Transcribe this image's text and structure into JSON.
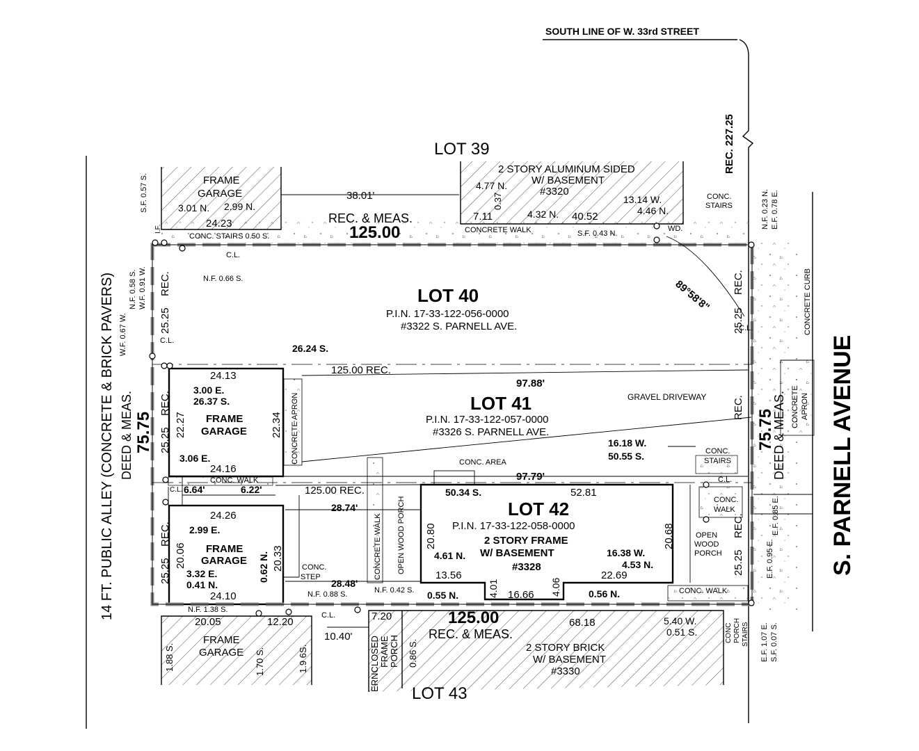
{
  "street_north": "SOUTH LINE OF W. 33rd STREET",
  "street_east": "S. PARNELL AVENUE",
  "alley": "14 FT. PUBLIC ALLEY (CONCRETE & BRICK PAVERS)",
  "rec_227": "REC. 227.25",
  "lots": {
    "lot39": "LOT 39",
    "lot40": {
      "name": "LOT 40",
      "pin": "P.I.N. 17-33-122-056-0000",
      "address": "#3322 S. PARNELL AVE."
    },
    "lot41": {
      "name": "LOT 41",
      "pin": "P.I.N. 17-33-122-057-0000",
      "address": "#3326 S. PARNELL AVE."
    },
    "lot42": {
      "name": "LOT 42",
      "pin": "P.I.N. 17-33-122-058-0000",
      "line1": "2 STORY FRAME",
      "line2": "W/ BASEMENT",
      "address": "#3328"
    },
    "lot43": "LOT 43"
  },
  "buildings": {
    "garage39": [
      "FRAME",
      "GARAGE"
    ],
    "house39": [
      "2 STORY ALUMINUM SIDED",
      "W/ BASEMENT",
      "#3320"
    ],
    "garage41": [
      "FRAME",
      "GARAGE"
    ],
    "garage42": [
      "FRAME",
      "GARAGE"
    ],
    "garage43": [
      "FRAME",
      "GARAGE"
    ],
    "house43": [
      "2 STORY BRICK",
      "W/ BASEMENT",
      "#3330"
    ],
    "porch43": [
      "ERNCLOSED",
      "FRAME",
      "PORCH"
    ]
  },
  "labels": {
    "rec_meas": "REC. & MEAS.",
    "deed_meas": "DEED & MEAS.",
    "rec": "REC.",
    "len_top": "125.00",
    "len_bottom": "125.00",
    "width_left": "75.75",
    "width_right": "75.75",
    "rec_125": "125.00 REC.",
    "angle": "89°58'8\"",
    "gravel": "GRAVEL DRIVEWAY",
    "concrete_walk": "CONCRETE WALK",
    "conc_walk": "CONC. WALK",
    "concrete_apron": "CONCRETE APRON",
    "concrete_curb": "CONCRETE CURB",
    "concrete_apron_2": "CONCRETE",
    "apron": "APRON",
    "conc_stairs": "CONC. STAIRS 0.50 S.",
    "conc_stairs_2a": "CONC.",
    "conc_stairs_2b": "STAIRS",
    "conc_area": "CONC. AREA",
    "conc_step_a": "CONC.",
    "conc_step_b": "STEP",
    "open_wood_porch": "OPEN WOOD PORCH",
    "owp_a": "OPEN",
    "owp_b": "WOOD",
    "owp_c": "PORCH",
    "conc_walk_a": "CONC.",
    "conc_walk_b": "WALK",
    "cl": "C.L.",
    "wd": "WD.",
    "if": "I.F.",
    "conc_porch_stairs": [
      "CONC",
      "PORCH",
      "STAIRS"
    ]
  },
  "dims": {
    "d3801": "38.01'",
    "d9788": "97.88'",
    "d9779": "97.79'",
    "d2874": "28.74'",
    "d2848": "28.48'",
    "d1040": "10.40'",
    "d2423": "24.23",
    "d2413": "24.13",
    "d2227": "22.27",
    "d2234": "22.34",
    "d2416": "24.16",
    "d2426": "24.26",
    "d2006": "20.06",
    "d2033": "20.33",
    "d2410": "24.10",
    "d5281": "52.81",
    "d2080": "20.80",
    "d2068": "20.68",
    "d1356": "13.56",
    "d401": "4.01",
    "d1666": "16.66",
    "d406": "4.06",
    "d2269": "22.69",
    "d2005": "20.05",
    "d1220": "12.20",
    "d720": "7.20",
    "d6818": "68.18",
    "d2525": "25.25",
    "d4052": "40.52",
    "d711": "7.11",
    "d037": "0.37",
    "d664": "6.64'",
    "d622": "6.22'"
  },
  "offsets": {
    "o301": "3.01 N.",
    "o299": "2.99 N.",
    "o477": "4.77 N.",
    "o432": "4.32 N.",
    "o1314": "13.14 W.",
    "o446": "4.46 N.",
    "sf043": "S.F. 0.43 N.",
    "sf057": "S.F. 0.57 S.",
    "nf066": "N.F. 0.66 S.",
    "nf058": "N.F. 0.58 S.",
    "wf091": "W.F. 0.91 W.",
    "wf067": "W.F. 0.67 W.",
    "nf023": "N.F. 0.23 N.",
    "ef078": "E.F. 0.78 E.",
    "o2624": "26.24 S.",
    "o300": "3.00 E.",
    "o2637": "26.37 S.",
    "o306": "3.06 E.",
    "o1618": "16.18 W.",
    "o5055": "50.55 S.",
    "o5034": "50.34 S.",
    "o299e": "2.99 E.",
    "o062": "0.62 N.",
    "o332": "3.32 E.",
    "o041": "0.41 N.",
    "o461": "4.61 N.",
    "o1638": "16.38 W.",
    "o453": "4.53 N.",
    "o055": "0.55 N.",
    "o056": "0.56 N.",
    "nf088": "N.F. 0.88 S.",
    "nf042": "N.F. 0.42 S.",
    "nf138": "N.F. 1.38 S.",
    "o188": "1.88 S.",
    "o170": "1.70 S.",
    "o196": "1.9 6S.",
    "o086": "0.86 S.",
    "o540": "5.40 W.",
    "o051": "0.51 S.",
    "ef085": "E.F. 0.85 E.",
    "ef095": "E.F. 0.95 E.",
    "ef107": "E.F. 1.07 E.",
    "sf007": "S.F. 0.07 S."
  }
}
